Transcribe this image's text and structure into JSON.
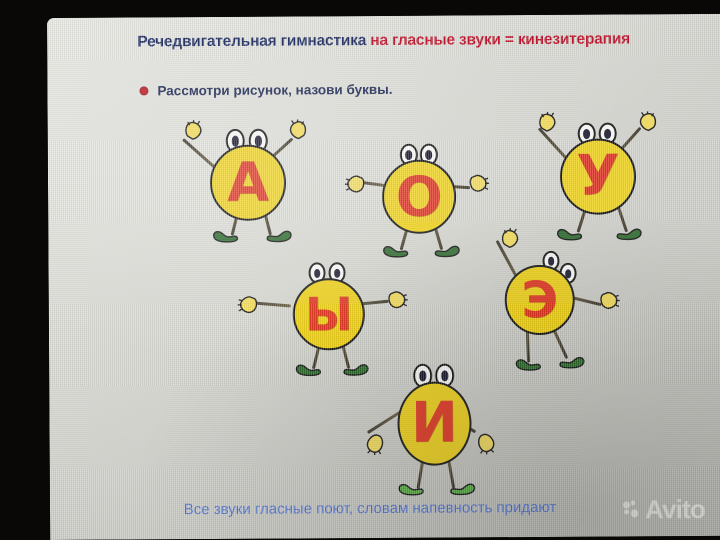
{
  "slide": {
    "title": {
      "part_dark": "Речедвигательная гимнастика ",
      "part_red": "на гласные звуки = кинезитерапия",
      "color_dark": "#1b2a63",
      "color_red": "#c4112a"
    },
    "instruction": {
      "bullet_icon": "bullet-dot-icon",
      "text": "Рассмотри рисунок, назови буквы.",
      "color": "#15224f",
      "bullet_color": "#c01a26"
    },
    "footer": {
      "text": "Все звуки гласные поют, словам напевность придают",
      "color": "#5577cf"
    },
    "palette": {
      "body_yellow": "#f2d417",
      "letter_red": "#e4341f",
      "shoe_green": "#2d6b2d",
      "hand_yellow": "#f5de5c",
      "outline": "#141414",
      "screen_bg": "#e4e4de",
      "bezel": "#0a0806"
    },
    "figures": [
      {
        "letter": "А",
        "pose": "arms-up",
        "body_shape": "circle"
      },
      {
        "letter": "О",
        "pose": "arms-out",
        "body_shape": "circle"
      },
      {
        "letter": "У",
        "pose": "arms-up",
        "body_shape": "circle"
      },
      {
        "letter": "Ы",
        "pose": "arms-wide",
        "body_shape": "circle"
      },
      {
        "letter": "Э",
        "pose": "one-arm-up",
        "body_shape": "circle"
      },
      {
        "letter": "И",
        "pose": "arms-down",
        "body_shape": "oval"
      }
    ]
  },
  "watermark": {
    "text": "Avito",
    "logo_icon": "avito-dots-icon"
  }
}
